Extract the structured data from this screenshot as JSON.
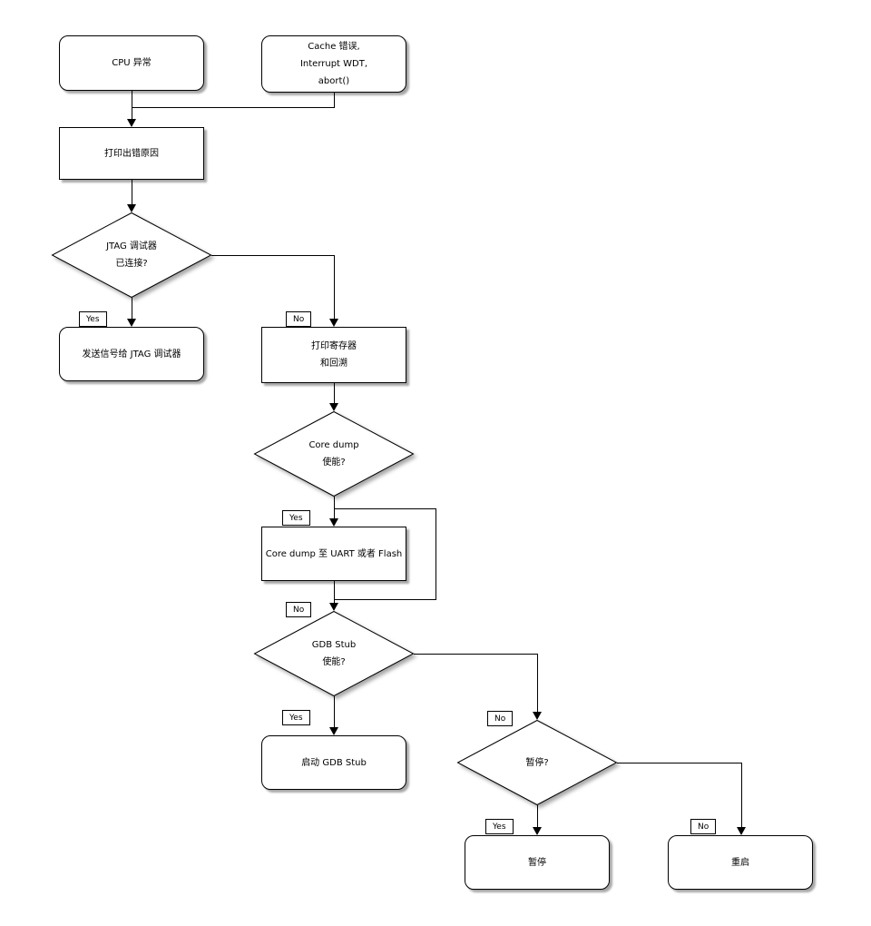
{
  "diagram": {
    "title": "fatal-error-handling-flowchart",
    "nodes": {
      "cpu": {
        "label": "CPU 异常"
      },
      "cache": {
        "line1": "Cache 错误,",
        "line2": "Interrupt WDT,",
        "line3": "abort()"
      },
      "print_reason": {
        "label": "打印出错原因"
      },
      "jtag": {
        "line1": "JTAG 调试器",
        "line2": "已连接?"
      },
      "send_signal": {
        "label": "发送信号给 JTAG 调试器"
      },
      "print_registers": {
        "line1": "打印寄存器",
        "line2": "和回溯"
      },
      "coredump": {
        "line1": "Core dump",
        "line2": "使能?"
      },
      "coredump_action": {
        "label": "Core dump 至 UART 或者 Flash"
      },
      "gdbstub": {
        "line1": "GDB Stub",
        "line2": "使能?"
      },
      "start_gdb": {
        "label": "启动 GDB Stub"
      },
      "halt_q": {
        "label": "暂停?"
      },
      "halt": {
        "label": "暂停"
      },
      "reboot": {
        "label": "重启"
      }
    },
    "edge_labels": {
      "jtag_yes": "Yes",
      "jtag_no": "No",
      "coredump_yes": "Yes",
      "coredump_no": "No",
      "gdb_yes": "Yes",
      "gdb_no": "No",
      "halt_yes": "Yes",
      "halt_no": "No"
    },
    "colors": {
      "line": "#000000",
      "node_fill": "#ffffff",
      "background": "#ffffff"
    }
  }
}
